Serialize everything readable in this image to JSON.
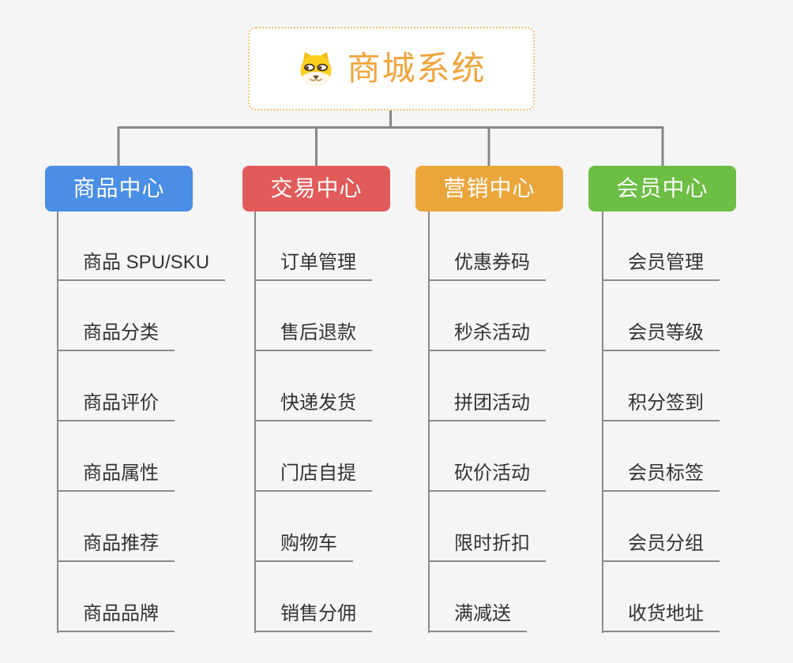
{
  "page": {
    "background": "#f5f5f5",
    "line_color": "#878787"
  },
  "root": {
    "title": "商城系统",
    "icon": "dog-face-icon",
    "text_color": "#f1a43b",
    "border_color": "#f3c271",
    "background": "#ffffff"
  },
  "branches": [
    {
      "label": "商品中心",
      "color": "#4a8ee6",
      "children": [
        "商品 SPU/SKU",
        "商品分类",
        "商品评价",
        "商品属性",
        "商品推荐",
        "商品品牌"
      ]
    },
    {
      "label": "交易中心",
      "color": "#e25b5b",
      "children": [
        "订单管理",
        "售后退款",
        "快递发货",
        "门店自提",
        "购物车",
        "销售分佣"
      ]
    },
    {
      "label": "营销中心",
      "color": "#eba63b",
      "children": [
        "优惠券码",
        "秒杀活动",
        "拼团活动",
        "砍价活动",
        "限时折扣",
        "满减送"
      ]
    },
    {
      "label": "会员中心",
      "color": "#6cbe44",
      "children": [
        "会员管理",
        "会员等级",
        "积分签到",
        "会员标签",
        "会员分组",
        "收货地址"
      ]
    }
  ]
}
